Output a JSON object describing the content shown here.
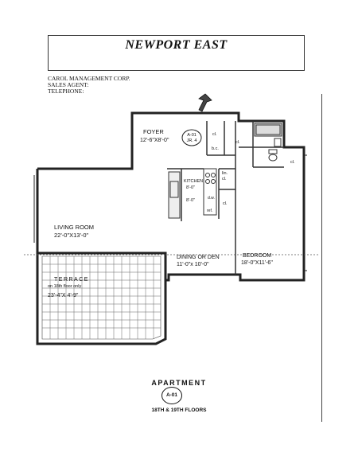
{
  "header": {
    "title": "NEWPORT EAST",
    "lines": [
      "CAROL MANAGEMENT CORP.",
      "SALES AGENT:",
      "TELEPHONE:"
    ]
  },
  "plan": {
    "rooms": {
      "foyer": {
        "name": "FOYER",
        "dims": "12'-6\"X8'-0\""
      },
      "kitchen": {
        "name": "KITCHEN",
        "dims1": "8'-0\"",
        "dims2": "8'-0\""
      },
      "living": {
        "name": "LIVING ROOM",
        "dims": "22'-0\"X13'-0\""
      },
      "dining": {
        "name": "DINING OR DEN",
        "dims": "11'-0\"x 10'-0\""
      },
      "bedroom": {
        "name": "BEDROOM",
        "dims": "18'-0\"X11'-6\""
      },
      "terrace": {
        "name": "TERRACE",
        "note": "on 18th floor only",
        "dims": "23'-4\"X 4'-9\""
      }
    },
    "unit_badge": {
      "line1": "A-01",
      "line2": "JR. 4"
    },
    "closets": {
      "cl": "cl.",
      "bc": "b.c.",
      "lin": "lin.",
      "dw": "d.w.",
      "ref": "ref."
    }
  },
  "footer": {
    "apartment": "APARTMENT",
    "unit": "A-01",
    "floors": "18TH & 19TH FLOORS"
  }
}
